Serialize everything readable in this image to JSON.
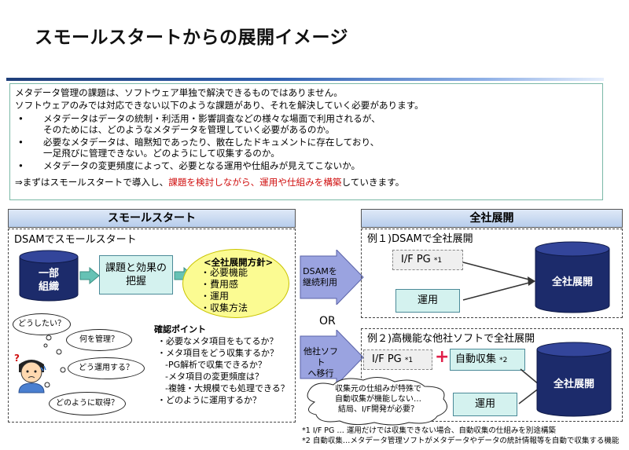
{
  "page": {
    "title": "スモールスタートからの展開イメージ"
  },
  "intro": {
    "line1": "メタデータ管理の課題は、ソフトウェア単独で解決できるものではありません。",
    "line2": "ソフトウェアのみでは対応できない以下のような課題があり、それを解決していく必要があります。",
    "bullet_symbol": "•",
    "bullets": [
      {
        "a": "メタデータはデータの統制・利活用・影響調査などの様々な場面で利用されるが、",
        "b": "そのためには、どのようなメタデータを管理していく必要があるのか。"
      },
      {
        "a": "必要なメタデータは、暗黙知であったり、散在したドキュメントに存在しており、",
        "b": "一足飛びに管理できない。どのようにして収集するのか。"
      },
      {
        "a": "メタデータの変更頻度によって、必要となる運用や仕組みが見えてこないか。",
        "b": ""
      }
    ],
    "conclusion_prefix": "⇒まずはスモールスタートで導入し、",
    "conclusion_highlight": "課題を検討しながら、運用や仕組みを構築",
    "conclusion_suffix": "していきます。"
  },
  "small_start": {
    "header": "スモールスタート",
    "panel_label": "DSAMでスモールスタート",
    "org_line1": "一部",
    "org_line2": "組織",
    "evaluate_line1": "課題と効果の",
    "evaluate_line2": "把握",
    "policy_title": "<全社展開方針>",
    "policy_items": [
      "・必要機能",
      "・費用感",
      "・運用",
      "・収集方法"
    ],
    "bubbles": [
      "どうしたい？",
      "何を管理？",
      "どう運用する？",
      "どのように取得？"
    ],
    "check_title": "確認ポイント",
    "check_items": [
      "・必要なメタ項目をもてるか？",
      "・メタ項目をどう収集するか？",
      "-PG解析で収集できるか？",
      "-メタ項目の変更頻度は？",
      "-複雑・大規模でも処理できる？",
      "・どのように運用するか？"
    ]
  },
  "middle": {
    "arrow1_line1": "DSAMを",
    "arrow1_line2": "継続利用",
    "or_label": "OR",
    "arrow2_line1": "他社ソフト",
    "arrow2_line2": "へ移行"
  },
  "enterprise": {
    "header": "全社展開",
    "example1_label": "例１)DSAMで全社展開",
    "example1_if": "I/F PG",
    "example1_if_mark": "*1",
    "example1_ops": "運用",
    "example1_target": "全社展開",
    "example2_label": "例２)高機能な他社ソフトで全社展開",
    "example2_if": "I/F PG",
    "example2_if_mark": "*1",
    "plus": "+",
    "example2_auto": "自動収集",
    "example2_auto_mark": "*2",
    "example2_ops": "運用",
    "example2_target": "全社展開",
    "cloud_line1": "収集元の仕組みが特殊で",
    "cloud_line2": "自動収集が機能しない…",
    "cloud_line3": "結局、I/F開発が必要？"
  },
  "notes": {
    "note1": "*1 I/F PG … 運用だけでは収集できない場合、自動収集の仕組みを別途構築",
    "note2": "*2 自動収集…メタデータ管理ソフトがメタデータやデータの統計情報等を自動で収集する機能"
  },
  "colors": {
    "navy": "#1c2b6b",
    "teal_box": "#d4f2ef",
    "header_blue": "#b7cdec",
    "highlight_red": "#d01010",
    "arrow_purple": "#9aa3e0",
    "policy_yellow": "#fbfb92"
  }
}
